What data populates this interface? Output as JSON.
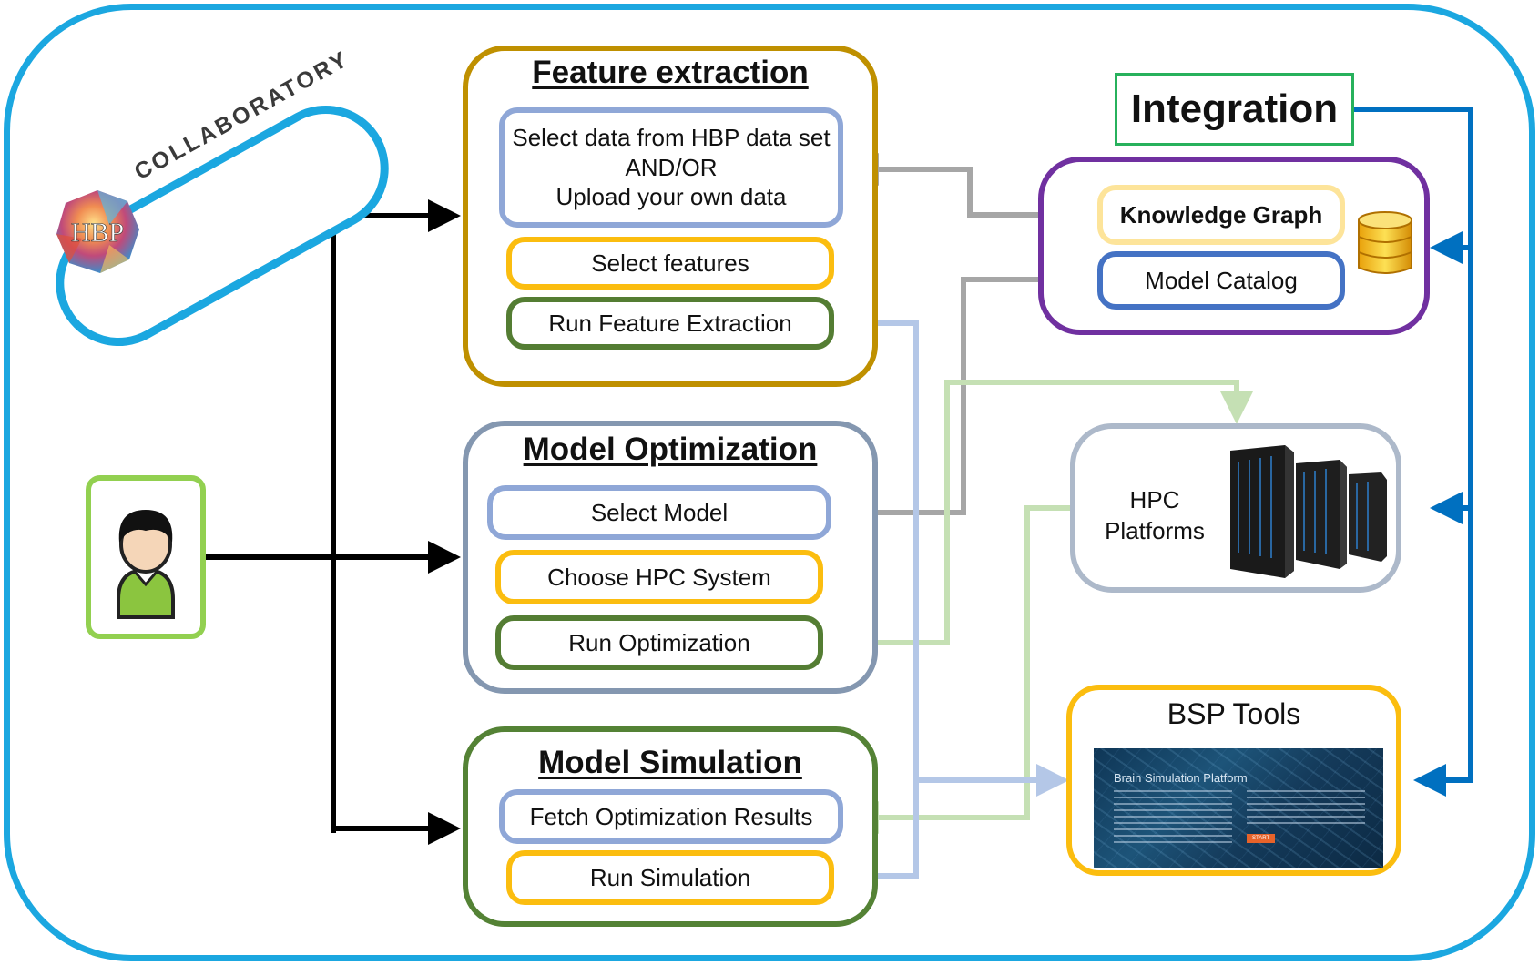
{
  "collaboratory": {
    "logo_text": "COLLABORATORY",
    "logo_mark": "HBP"
  },
  "feature_extraction": {
    "title": "Feature extraction",
    "items": {
      "select_data": [
        "Select data from HBP data set",
        "AND/OR",
        "Upload your own data"
      ],
      "select_features": "Select features",
      "run_feature_extraction": "Run Feature Extraction"
    }
  },
  "model_optimization": {
    "title": "Model Optimization",
    "items": {
      "select_model": "Select Model",
      "choose_hpc": "Choose HPC System",
      "run_optimization": "Run Optimization"
    }
  },
  "model_simulation": {
    "title": "Model Simulation",
    "items": {
      "fetch_results": "Fetch Optimization Results",
      "run_simulation": "Run Simulation"
    }
  },
  "integration": {
    "title": "Integration",
    "knowledge_graph": "Knowledge Graph",
    "model_catalog": "Model Catalog"
  },
  "hpc": {
    "label_line1": "HPC",
    "label_line2": "Platforms"
  },
  "bsp": {
    "title": "BSP Tools",
    "screenshot_heading": "Brain Simulation Platform",
    "screenshot_button": "START"
  },
  "colors": {
    "outer": "#1ba7e0",
    "feature_panel": "#bf9000",
    "optimization_panel": "#8497b0",
    "simulation_panel": "#548235",
    "integration_panel": "#7030a0",
    "user_box": "#92d050",
    "arrow_black": "#000000",
    "arrow_gray": "#a6a6a6",
    "arrow_lightblue": "#b4c7e7",
    "arrow_lightgreen": "#c5e0b4",
    "arrow_darkblue": "#0070c0"
  }
}
